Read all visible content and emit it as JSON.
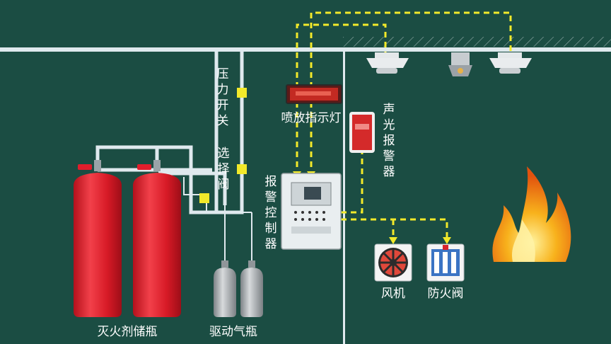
{
  "labels": {
    "extinguisher_bottles": "灭火剂储瓶",
    "drive_gas_bottles": "驱动气瓶",
    "pressure_switch": "压力开关",
    "selector_valve": "选择阀",
    "release_indicator": "喷放指示灯",
    "alarm_controller": "报警控制器",
    "sound_light_alarm": "声光报警器",
    "fan": "风机",
    "fire_damper": "防火阀"
  },
  "colors": {
    "background": "#1b4d43",
    "pipe": "#dfe9ee",
    "signal_line": "#f2e92a",
    "cylinder_red": "#e01e2c",
    "cylinder_gray": "#a9adb1",
    "flame": "#f39a12"
  },
  "icons": [
    "smoke-detector-icon",
    "heat-detector-icon",
    "flame-icon",
    "fan-icon",
    "damper-icon"
  ]
}
